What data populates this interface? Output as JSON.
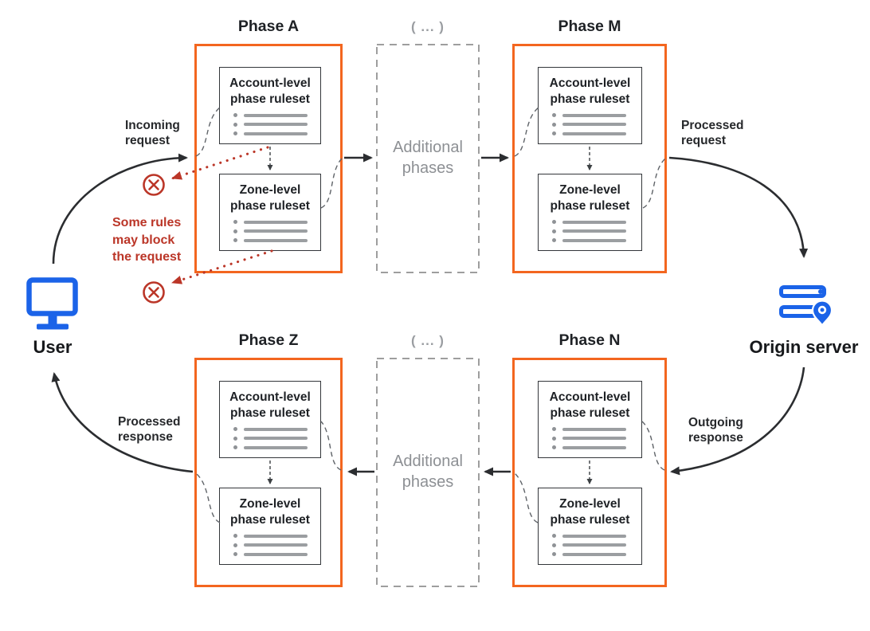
{
  "colors": {
    "phase_border": "#F3661F",
    "node_blue": "#1B63E8",
    "alert_red": "#BB3628",
    "gray_dash": "#9E9E9E",
    "gray_text": "#8D9094"
  },
  "nodes": {
    "user": {
      "label": "User"
    },
    "origin_server": {
      "label": "Origin server"
    }
  },
  "phases": {
    "phase_a": {
      "title": "Phase A"
    },
    "phase_m": {
      "title": "Phase M"
    },
    "phase_z": {
      "title": "Phase Z"
    },
    "phase_n": {
      "title": "Phase N"
    },
    "additional_top": {
      "title": "( ... )",
      "body": "Additional\nphases"
    },
    "additional_bottom": {
      "title": "( ... )",
      "body": "Additional\nphases"
    }
  },
  "cards": {
    "account": {
      "title": "Account-level\nphase ruleset"
    },
    "zone": {
      "title": "Zone-level\nphase ruleset"
    }
  },
  "labels": {
    "incoming_request": "Incoming\nrequest",
    "processed_request": "Processed\nrequest",
    "outgoing_response": "Outgoing\nresponse",
    "processed_response": "Processed\nresponse",
    "block_note": "Some rules\nmay block\nthe request"
  }
}
